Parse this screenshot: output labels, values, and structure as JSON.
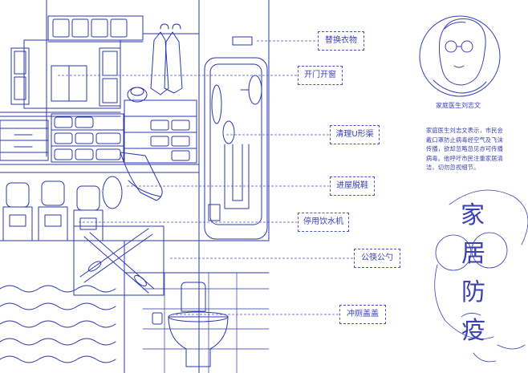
{
  "colors": {
    "line": "#2b35b0",
    "accent": "#3a40b8",
    "background": "#ffffff"
  },
  "labels": [
    {
      "key": "clothes",
      "text": "替换衣物"
    },
    {
      "key": "window",
      "text": "开门开窗"
    },
    {
      "key": "drain",
      "text": "清理U形渠"
    },
    {
      "key": "shoes",
      "text": "进屋脱鞋"
    },
    {
      "key": "water",
      "text": "停用饮水机"
    },
    {
      "key": "chopsticks",
      "text": "公筷公勺"
    },
    {
      "key": "toilet",
      "text": "冲厕盖盖"
    }
  ],
  "portrait": {
    "caption": "家庭医生刘志文",
    "description": "家庭医生刘志文表示，市民会戴口罩防止病毒经空气及飞沫传播，欲却忽略忽见亦可传播病毒。他呼吁市民注重家居清洁，切勿忽视细节。"
  },
  "title": {
    "chars": [
      "家",
      "居",
      "防",
      "疫"
    ]
  }
}
